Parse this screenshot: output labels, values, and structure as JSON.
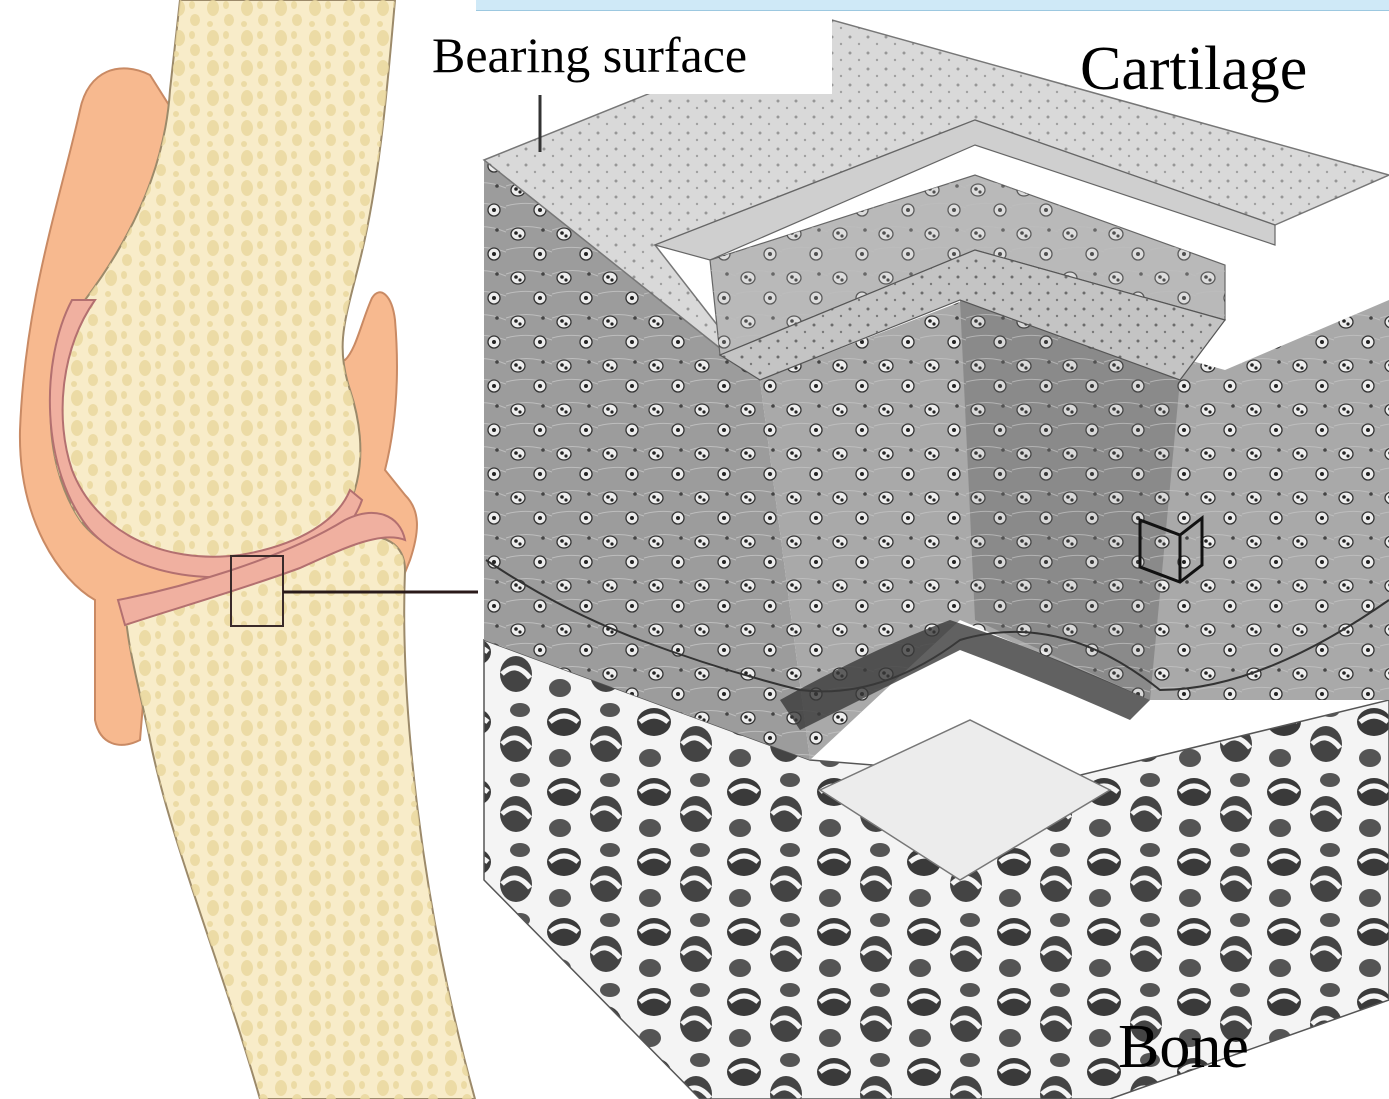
{
  "labels": {
    "bearing_surface": "Bearing surface",
    "cartilage": "Cartilage",
    "bone": "Bone"
  },
  "colors": {
    "bone_fill": "#f8ecc9",
    "bone_spots": "#e9d69d",
    "capsule": "#f5b78f",
    "capsule_stroke": "#c98a64",
    "joint_cartilage": "#f0b0a0",
    "section_gray": "#9a9a9a",
    "top_bar": "#cfe9f7"
  },
  "icons": {
    "joint": "knee-joint-illustration",
    "block": "cartilage-section-block"
  }
}
